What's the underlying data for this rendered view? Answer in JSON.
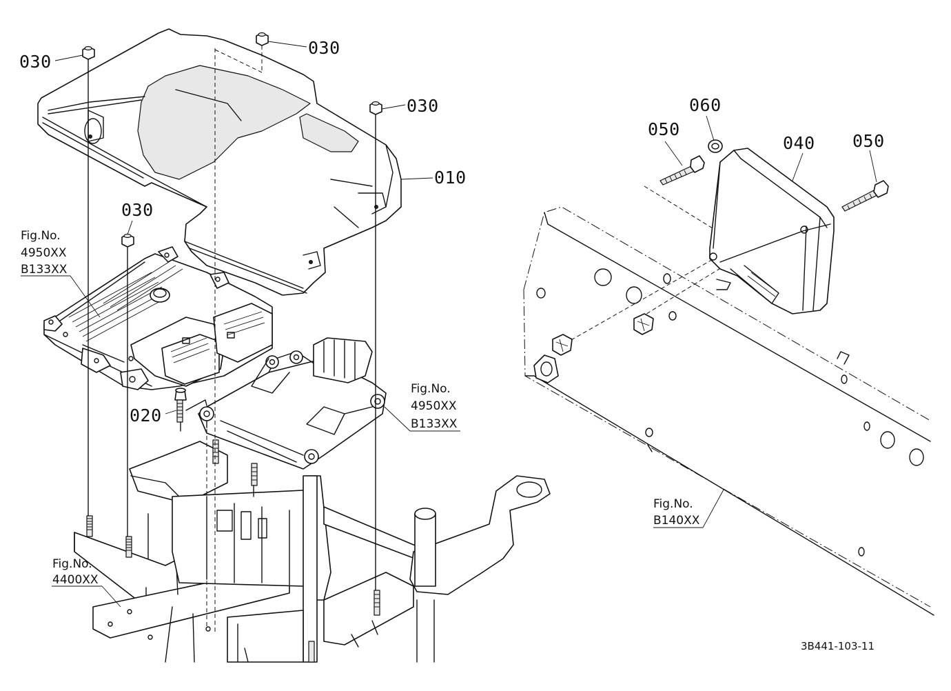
{
  "parts": {
    "p010": "010",
    "p020": "020",
    "p030": "030",
    "p040": "040",
    "p050": "050",
    "p060": "060"
  },
  "figure_refs": {
    "prefix": "Fig.No.",
    "ref_4950": "4950XX",
    "ref_b133": "B133XX",
    "ref_4400": "4400XX",
    "ref_b140": "B140XX"
  },
  "drawing_code": "3B441-103-11"
}
